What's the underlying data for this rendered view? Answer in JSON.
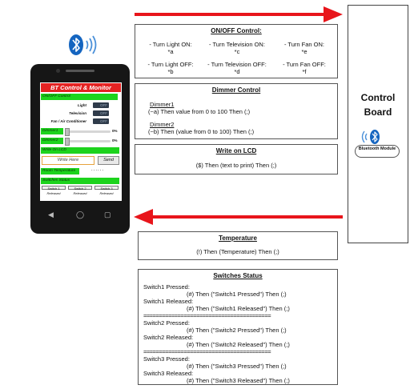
{
  "control_board": {
    "label": "Control Board",
    "module_label": "Bluetooth Module"
  },
  "phone_app": {
    "title": "BT Control & Monitor",
    "onoff_header": "ON/OFF Control",
    "rows": [
      {
        "label": "Light",
        "state": "OFF"
      },
      {
        "label": "Television",
        "state": "OFF"
      },
      {
        "label": "Fan / Air Conditioner",
        "state": "OFF"
      }
    ],
    "dimmers": [
      {
        "label": "Dimmer1",
        "value": "0%"
      },
      {
        "label": "Dimmer2",
        "value": "0%"
      }
    ],
    "write_header": "Write On LCD",
    "write_placeholder": "Write Here",
    "send_label": "Send",
    "room_temp_label": "Room Temperature",
    "room_temp_value": "......",
    "switches_header": "Switches Status",
    "switches": [
      {
        "label": "Switch 1",
        "status": "Released"
      },
      {
        "label": "Switch 2",
        "status": "Released"
      },
      {
        "label": "Switch 3",
        "status": "Released"
      }
    ]
  },
  "onoff_box": {
    "title": "ON/OFF Control:",
    "items": [
      {
        "line1": "- Turn Light ON:",
        "line2": "*a"
      },
      {
        "line1": "- Turn Television ON:",
        "line2": "*c"
      },
      {
        "line1": "- Turn Fan ON:",
        "line2": "*e"
      },
      {
        "line1": "- Turn Light OFF:",
        "line2": "*b"
      },
      {
        "line1": "- Turn Television OFF:",
        "line2": "*d"
      },
      {
        "line1": "- Turn Fan OFF:",
        "line2": "*f"
      }
    ]
  },
  "dimmer_box": {
    "title": "Dimmer Control",
    "d1_name": "Dimmer1",
    "d1_text": "(~a) Then value from 0 to 100 Then (;)",
    "d2_name": "Dimmer2",
    "d2_text": "(~b) Then (value from 0 to 100) Then (;)"
  },
  "lcd_box": {
    "title": "Write on LCD",
    "text": "($) Then (text to print) Then (;)"
  },
  "temp_box": {
    "title": "Temperature",
    "text": "(!) Then (Temperature) Then (;)"
  },
  "switch_box": {
    "title": "Switches Status",
    "separator": "=========================================",
    "groups": [
      {
        "pressed_label": "Switch1 Pressed:",
        "pressed_text": "(#) Then (\"Switch1 Pressed\") Then (;)",
        "released_label": "Switch1 Released:",
        "released_text": "(#) Then (\"Switch1 Released\") Then (;)"
      },
      {
        "pressed_label": "Switch2 Pressed:",
        "pressed_text": "(#) Then (\"Switch2 Pressed\") Then (;)",
        "released_label": "Switch2 Released:",
        "released_text": "(#) Then (\"Switch2 Released\") Then (;)"
      },
      {
        "pressed_label": "Switch3 Pressed:",
        "pressed_text": "(#) Then (\"Switch3 Pressed\") Then (;)",
        "released_label": "Switch3 Released:",
        "released_text": "(#) Then (\"Switch3 Released\") Then (;)"
      }
    ]
  },
  "colors": {
    "arrow": "#e8151b",
    "bluetooth": "#1565c0",
    "app_green": "#1dd31d",
    "app_red": "#e42222"
  }
}
